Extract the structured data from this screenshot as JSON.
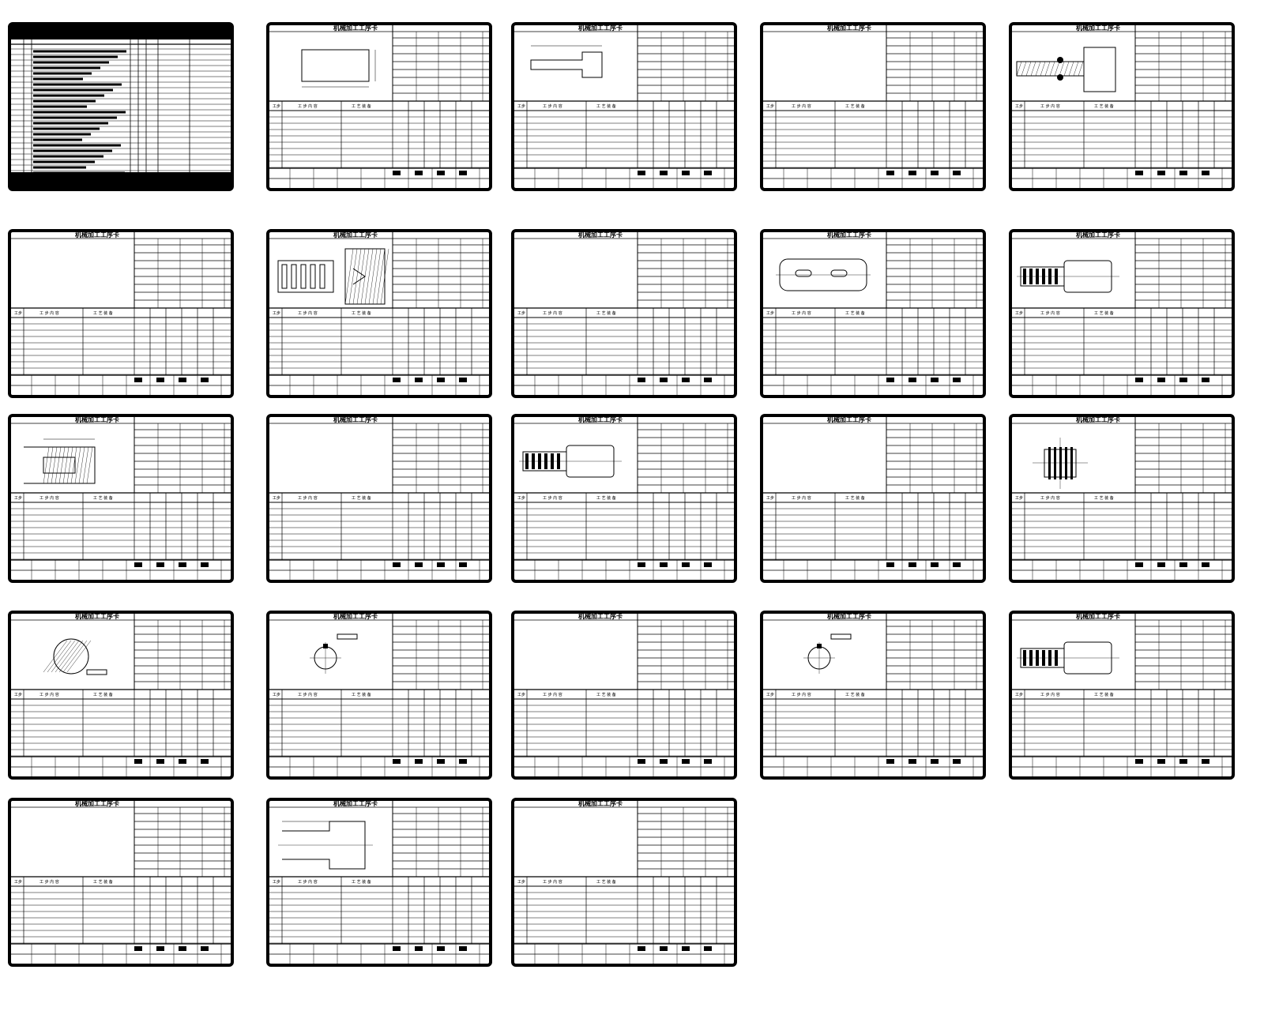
{
  "document": {
    "card_title": "机械加工工序卡",
    "col_step_content": "工 步 内 容",
    "col_equipment": "工 艺 装 备",
    "col_step_no": "工步"
  },
  "colors": {
    "ink": "#000000",
    "paper": "#ffffff"
  },
  "sheets": [
    {
      "type": "process_list",
      "drawing": "none"
    },
    {
      "type": "operation_card",
      "drawing": "block"
    },
    {
      "type": "operation_card",
      "drawing": "stepped_shaft"
    },
    {
      "type": "operation_card",
      "drawing": "none"
    },
    {
      "type": "operation_card",
      "drawing": "section_flange"
    },
    {
      "type": "operation_card",
      "drawing": "none"
    },
    {
      "type": "operation_card",
      "drawing": "shaft_assembly_section"
    },
    {
      "type": "operation_card",
      "drawing": "none"
    },
    {
      "type": "operation_card",
      "drawing": "slotted_shaft"
    },
    {
      "type": "operation_card",
      "drawing": "threaded_shaft"
    },
    {
      "type": "operation_card",
      "drawing": "drilled_end"
    },
    {
      "type": "operation_card",
      "drawing": "none"
    },
    {
      "type": "operation_card",
      "drawing": "threaded_shaft"
    },
    {
      "type": "operation_card",
      "drawing": "none"
    },
    {
      "type": "operation_card",
      "drawing": "gear_blank"
    },
    {
      "type": "operation_card",
      "drawing": "circle_section"
    },
    {
      "type": "operation_card",
      "drawing": "keyway_section"
    },
    {
      "type": "operation_card",
      "drawing": "none"
    },
    {
      "type": "operation_card",
      "drawing": "keyway_section"
    },
    {
      "type": "operation_card",
      "drawing": "threaded_shaft"
    },
    {
      "type": "operation_card",
      "drawing": "none"
    },
    {
      "type": "operation_card",
      "drawing": "stepped_end"
    },
    {
      "type": "operation_card",
      "drawing": "none"
    }
  ]
}
